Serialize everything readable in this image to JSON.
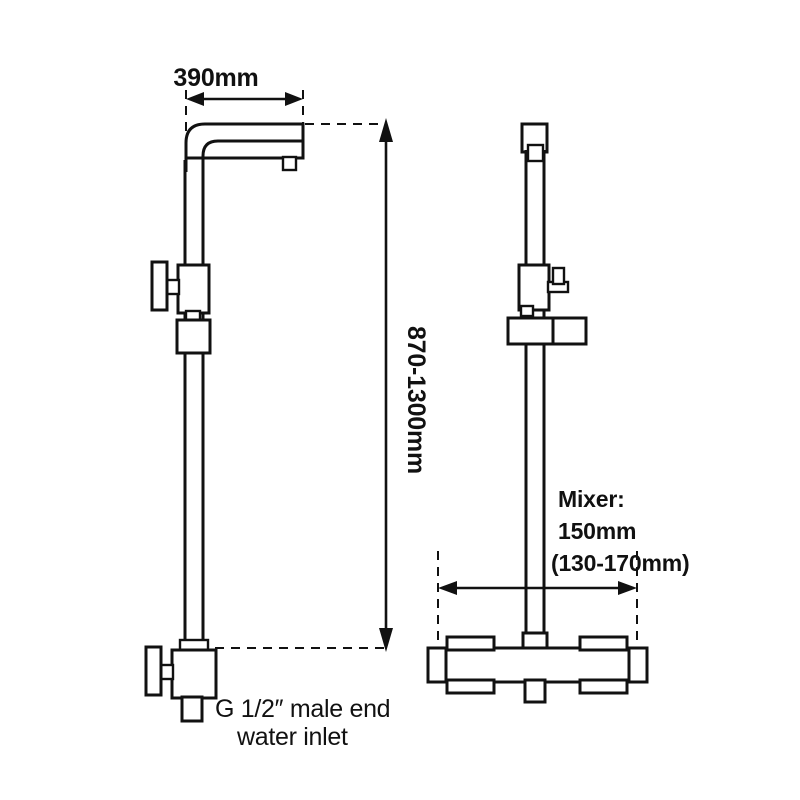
{
  "drawing": {
    "title": "Shower mixer riser rail technical drawing",
    "background_color": "#ffffff",
    "line_color": "#111111",
    "views": {
      "left": {
        "name": "side-elevation",
        "label": "Side elevation with shower arm"
      },
      "right": {
        "name": "front-elevation",
        "label": "Front elevation with hand shower rail"
      }
    }
  },
  "dimensions": {
    "arm_reach": {
      "value": "390mm",
      "orientation": "horizontal",
      "view": "left"
    },
    "overall_height": {
      "value": "870-1300mm",
      "orientation": "vertical",
      "view": "left"
    },
    "mixer_spacing": {
      "line1": "Mixer:",
      "line2": "150mm",
      "line3": "(130-170mm)",
      "orientation": "horizontal",
      "view": "right"
    }
  },
  "annotations": {
    "inlet": {
      "line1": "G 1/2″  male end",
      "line2": "water inlet"
    }
  },
  "parts": {
    "shower_arm": "shower-arm",
    "riser_pipe": "riser-pipe",
    "diverter_body": "diverter-valve-body",
    "diverter_handle": "diverter-handle",
    "coupling": "pipe-coupling",
    "mixer_body": "mixer-valve-body",
    "mixer_handle": "mixer-handle",
    "inlet_stub": "inlet-stub",
    "slide_bar": "slide-bar",
    "bar_cap": "slide-bar-cap",
    "holder_bracket": "hand-shower-holder",
    "holder_lever": "holder-lever",
    "mixer_bar": "mixer-bar-front",
    "mixer_end_cap_left": "mixer-end-cap-left",
    "mixer_end_cap_right": "mixer-end-cap-right"
  }
}
